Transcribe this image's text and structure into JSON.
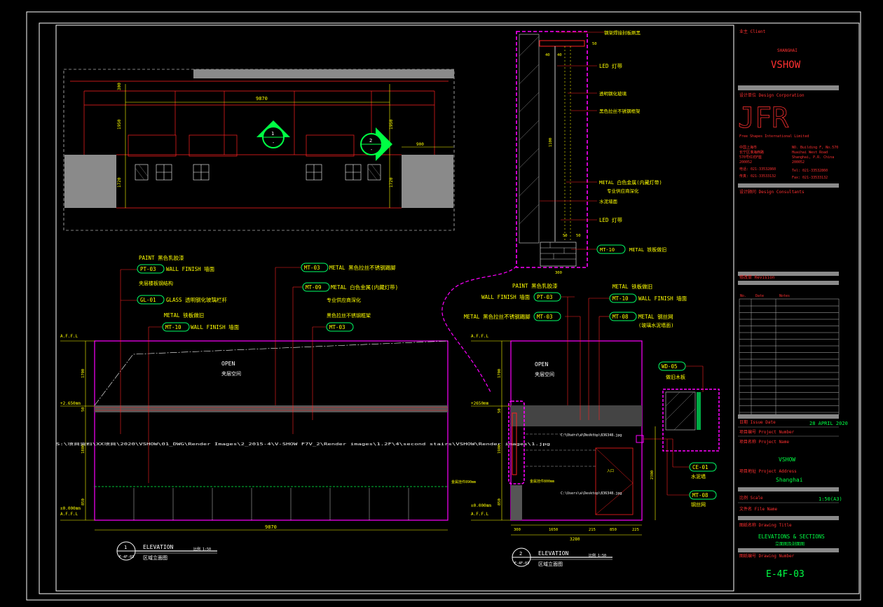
{
  "titleblock": {
    "client_label": "业主 Client",
    "client_name_small": "SHANGHAI",
    "client_name": "VSHOW",
    "design_label": "设计单位 Design Corporation",
    "firm_logo": "JFR",
    "firm_name": "Free Shapes International Limited",
    "addr_cn": [
      "中国上海市",
      "长宁区淮海西路",
      "570号红坊F座",
      "200052",
      "电话: 021-33532860",
      "传真: 021-33533132"
    ],
    "addr_en": [
      "NO. Building F, No.570",
      "Huaihai West Road",
      "Shanghai, P.R. China",
      "200052",
      "Tel: 021-33532860",
      "Fax: 021-33533132"
    ],
    "consultants_label": "设计顾问 Design Consultants",
    "revision_label": "修改单 Revision",
    "rev_headers": [
      "No.",
      "Date",
      "Notes"
    ],
    "issue_date_label": "日期 Issue Date",
    "issue_date": "28 APRIL 2020",
    "project_number_label": "项目编号 Project Number",
    "project_name_label": "项目名称 Project Name",
    "project_name": "VSHOW",
    "project_address_label": "项目地址 Project Address",
    "project_address": "Shanghai",
    "scale_label": "比例 Scale",
    "scale": "1:50(A3)",
    "file_name_label": "文件名 File Name",
    "drawing_title_label": "图纸名称 Drawing Title",
    "drawing_title": "ELEVATIONS & SECTIONS",
    "drawing_title_cn": "立面图及剖面图",
    "drawing_number_label": "图纸编号 Drawing Number",
    "drawing_number": "E-4F-03"
  },
  "plan": {
    "dims": [
      "9870",
      "1950",
      "1720",
      "900",
      "300",
      "1950",
      "1720"
    ],
    "markers": [
      {
        "num": "1",
        "sub": "-"
      },
      {
        "num": "2",
        "sub": "-"
      }
    ]
  },
  "section_detail": {
    "labels": [
      "钢架焊接封板刷黑",
      "LED 灯带",
      "透明钢化玻璃",
      "黑色拉丝不锈钢框架",
      "METAL  白色金属(内藏灯带)",
      "专业供应商深化",
      "水泥墙面",
      "LED 灯带",
      "METAL  铁板做旧"
    ],
    "tag": "MT-10",
    "dims": [
      "50",
      "40",
      "40",
      "1100",
      "50",
      "50",
      "300"
    ]
  },
  "elevation1": {
    "notes": [
      {
        "line1": "PAINT 黑色乳胶漆",
        "tag": "PT-03",
        "line2": "WALL FINISH 墙面"
      },
      {
        "line1": "夹层楼板钢结构",
        "tag": "",
        "line2": ""
      },
      {
        "line1": "",
        "tag": "GL-01",
        "line2": "GLASS 透明钢化玻璃栏杆"
      },
      {
        "line1": "METAL 铁板做旧",
        "tag": "MT-10",
        "line2": "WALL FINISH 墙面"
      },
      {
        "line1": "",
        "tag": "MT-03",
        "line2": "METAL 黑色拉丝不锈钢踢脚"
      },
      {
        "line1": "",
        "tag": "MT-09",
        "line2": "METAL 白色金属(内藏灯带)"
      },
      {
        "line1": "专业供应商深化",
        "tag": "",
        "line2": ""
      },
      {
        "line1": "黑色拉丝不锈钢框架",
        "tag": "MT-03",
        "line2": ""
      }
    ],
    "open_text": "OPEN",
    "open_cn": "夹层空间",
    "level_top": "A.F.F.L",
    "level_mid": "+2.650mm",
    "level_base": "±0.000mm",
    "level_base2": "A.F.F.L",
    "level_light": "金属挂件890mm",
    "overall": "9870",
    "vert_dims": [
      "1700",
      "50",
      "1800",
      "850"
    ],
    "path_text": "S:\\项目资料\\XX项目\\2020\\VSHOW\\01_DWG\\Render Images\\2_2015-4\\V-SHOW F7V_2\\Render images\\1.2F\\4\\second stairs\\VSHOW\\Render images\\1.jpg",
    "title_num": "1",
    "title_ref": "E-4F-03",
    "title": "ELEVATION",
    "title_cn": "区域立面图",
    "scale": "比例 1:50"
  },
  "elevation2": {
    "notes": [
      {
        "line1": "PAINT 黑色乳胶漆",
        "tag": "PT-03",
        "line2": "WALL FINISH 墙面"
      },
      {
        "line1": "METAL 黑色拉丝不锈钢踢脚",
        "tag": "MT-03",
        "line2": ""
      },
      {
        "line1": "METAL 铁板做旧",
        "tag": "MT-10",
        "line2": "WALL FINISH 墙面"
      },
      {
        "line1": "",
        "tag": "MT-08",
        "line2": "METAL 钢丝网"
      },
      {
        "line1": "(玻璃水泥墙面)",
        "tag": "",
        "line2": ""
      },
      {
        "line1": "",
        "tag": "WD-05",
        "line2": "做旧木板"
      },
      {
        "line1": "",
        "tag": "CE-01",
        "line2": "水泥墙"
      },
      {
        "line1": "",
        "tag": "MT-08",
        "line2": "钢丝网"
      }
    ],
    "open_text": "OPEN",
    "open_cn": "夹层空间",
    "level_top": "A.F.F.L",
    "level_mid": "+2650mm",
    "level_base": "±0.000mm",
    "level_base2": "A.F.F.L",
    "level_light": "金属挂件800mm",
    "img_path1": "C:\\Users\\a\\Desktop\\836348.jpg",
    "img_path2": "C:\\Users\\a\\Desktop\\836348.jpg",
    "door_text": "入口",
    "dims_bottom": [
      "300",
      "1650",
      "215",
      "850",
      "225"
    ],
    "overall": "3280",
    "vert_dims": [
      "1700",
      "50",
      "1900",
      "850",
      "2300"
    ],
    "title_num": "2",
    "title_ref": "E-4F-03",
    "title": "ELEVATION",
    "title_cn": "区域立面图",
    "scale": "比例 1:50"
  },
  "colors": {
    "paper": "#000000",
    "annotation": "#ffff00",
    "outline": "#ff00ff",
    "leader": "#ff2020",
    "tag": "#00ff66",
    "frame": "#ffffff"
  }
}
